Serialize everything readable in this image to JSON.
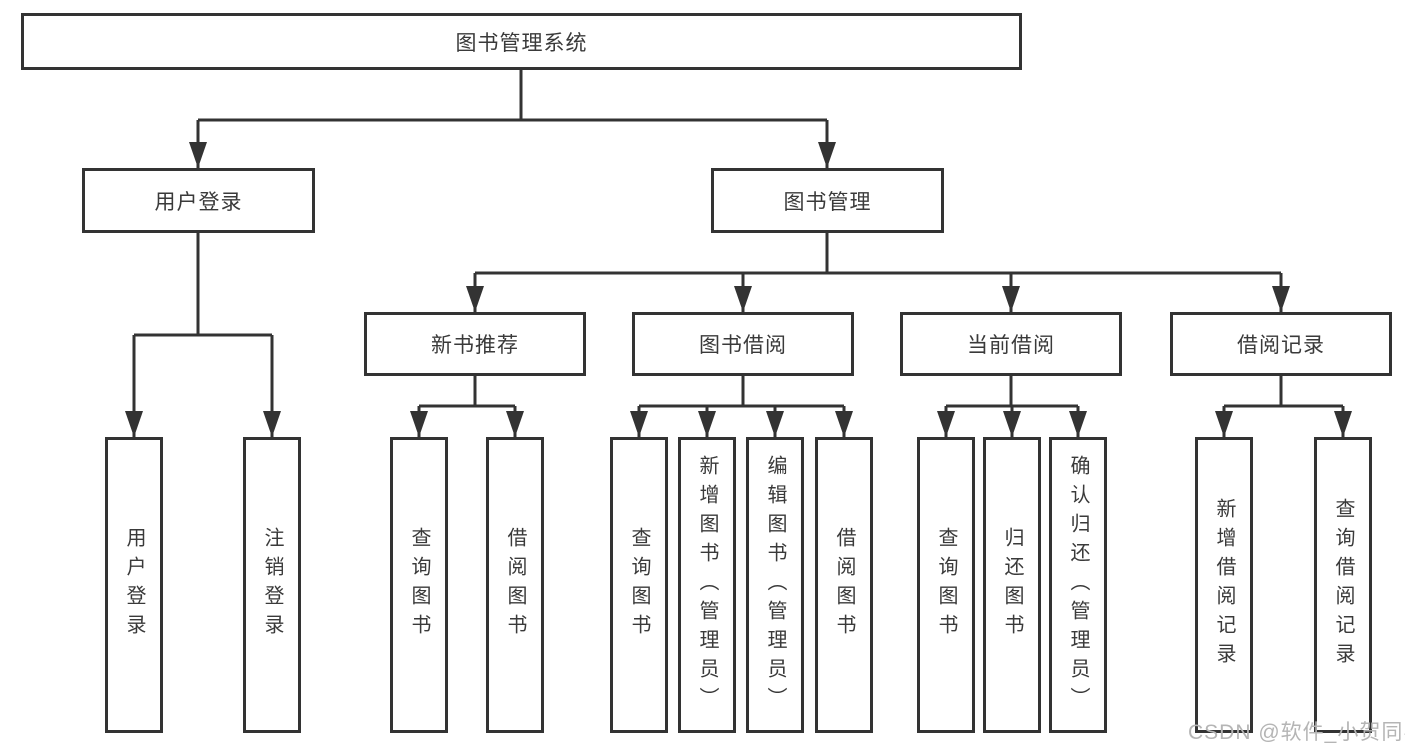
{
  "diagram": {
    "title": "图书管理系统",
    "branches": {
      "user_login": {
        "label": "用户登录",
        "children": [
          "用户登录",
          "注销登录"
        ]
      },
      "book_management": {
        "label": "图书管理",
        "modules": {
          "new_book": {
            "label": "新书推荐",
            "children": [
              "查询图书",
              "借阅图书"
            ]
          },
          "book_borrow": {
            "label": "图书借阅",
            "children": [
              "查询图书",
              "新增图书（管理员）",
              "编辑图书（管理员）",
              "借阅图书"
            ]
          },
          "current_borrow": {
            "label": "当前借阅",
            "children": [
              "查询图书",
              "归还图书",
              "确认归还（管理员）"
            ]
          },
          "borrow_record": {
            "label": "借阅记录",
            "children": [
              "新增借阅记录",
              "查询借阅记录"
            ]
          }
        }
      }
    }
  },
  "watermark": {
    "text": "CSDN @软件_小贺同学"
  },
  "colors": {
    "line": "#333333",
    "text": "#3a3a3a",
    "watermark_gray": "#b5b5b5",
    "background": "#ffffff"
  }
}
